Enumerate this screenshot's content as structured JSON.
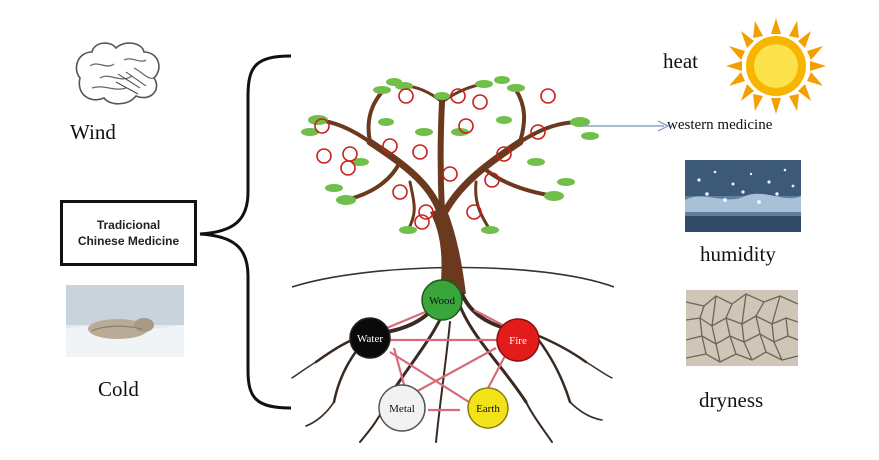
{
  "left": {
    "wind_label": "Wind",
    "cold_label": "Cold",
    "tcm_line1": "Tradicional",
    "tcm_line2": "Chinese Medicine"
  },
  "right": {
    "heat_label": "heat",
    "western_label": "western medicine",
    "humidity_label": "humidity",
    "dryness_label": "dryness"
  },
  "elements": {
    "wood": "Wood",
    "fire": "Fire",
    "earth": "Earth",
    "metal": "Metal",
    "water": "Water"
  },
  "colors": {
    "wood": "#3aa53a",
    "fire": "#e21b1b",
    "earth": "#f2e21a",
    "metal": "#f2f2f2",
    "water": "#0a0a0a",
    "trunk": "#6b3a1e",
    "leaf": "#6fbf4a",
    "sun": "#f7b500"
  }
}
